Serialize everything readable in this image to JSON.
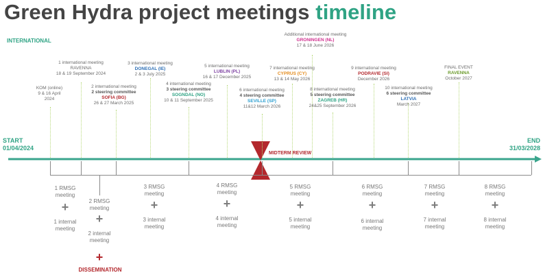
{
  "title": "Green Hydra project meetings timeline",
  "section_label": "INTERNATIONAL",
  "start": {
    "label": "START",
    "date": "01/04/2024"
  },
  "end": {
    "label": "END",
    "date": "31/03/2028"
  },
  "midterm": "MIDTERM REVIEW",
  "dissemination": "DISSEMINATION",
  "colors": {
    "accent_green": "#2fa384",
    "timeline": "#3aa58d",
    "midterm_red": "#b3282d",
    "text_gray": "#6b6b6b"
  },
  "events": [
    {
      "lines": [
        "KOM (online)",
        "9 & 16 April",
        "2024"
      ],
      "place": "",
      "place_color": ""
    },
    {
      "lines": [
        "1 international meeting",
        "RAVENNA",
        "18 & 19 September 2024"
      ],
      "place": "",
      "place_color": ""
    },
    {
      "lines": [
        "2 international meeting",
        "2 steering committee"
      ],
      "place": "SOFIA (BG)",
      "place_color": "#b3282d",
      "after": "26 & 27 March 2025"
    },
    {
      "lines": [
        "3 international meeting"
      ],
      "place": "DONEGAL (IE)",
      "place_color": "#2e6fb5",
      "after": "2 & 3 July 2025"
    },
    {
      "lines": [
        "4 international meeting",
        "3 steering committee"
      ],
      "place": "SOGNDAL (NO)",
      "place_color": "#2fa384",
      "after": "10 & 11 September 2025"
    },
    {
      "lines": [
        "5 international meeting"
      ],
      "place": "LUBLIN (PL)",
      "place_color": "#7b3fa0",
      "after": "16 & 17 December 2025"
    },
    {
      "lines": [
        "6 international meeting",
        "4 steering committee"
      ],
      "place": "SEVILLE (SP)",
      "place_color": "#2e9fd0",
      "after": "11&12 March  2026"
    },
    {
      "lines": [
        "7 international meeting"
      ],
      "place": "CYPRUS (CY)",
      "place_color": "#e38b1c",
      "after": "13 & 14 May 2026"
    },
    {
      "lines": [
        "Additional  international meeting"
      ],
      "place": "GRONINGEN (NL)",
      "place_color": "#d0308f",
      "after": "17 & 18 June 2026"
    },
    {
      "lines": [
        "8 international meeting",
        "5 steering committee"
      ],
      "place": "ZAGREB (HR)",
      "place_color": "#2fa384",
      "after": "24&25 September  2026"
    },
    {
      "lines": [
        "9 international meeting"
      ],
      "place": "PODRAVIE (SI)",
      "place_color": "#b3282d",
      "after": "December 2026"
    },
    {
      "lines": [
        "10 international meeting",
        "6 steering committee"
      ],
      "place": "LATVIA",
      "place_color": "#2e6fb5",
      "after": "March  2027"
    },
    {
      "lines": [
        "FINAL EVENT"
      ],
      "place": "RAVENNA",
      "place_color": "#6a9a2a",
      "after": "October 2027"
    }
  ],
  "groups": [
    {
      "rmsg": [
        "1 RMSG",
        "meeting"
      ],
      "internal": [
        "1 internal",
        "meeting"
      ]
    },
    {
      "rmsg": [
        "2 RMSG",
        "meeting"
      ],
      "internal": [
        "2 internal",
        "meeting"
      ]
    },
    {
      "rmsg": [
        "3 RMSG",
        "meeting"
      ],
      "internal": [
        "3 internal",
        "meeting"
      ]
    },
    {
      "rmsg": [
        "4 RMSG",
        "meeting"
      ],
      "internal": [
        "4 internal",
        "meeting"
      ]
    },
    {
      "rmsg": [
        "5 RMSG",
        "meeting"
      ],
      "internal": [
        "5 internal",
        "meeting"
      ]
    },
    {
      "rmsg": [
        "6 RMSG",
        "meeting"
      ],
      "internal": [
        "6 internal",
        "meeting"
      ]
    },
    {
      "rmsg": [
        "7 RMSG",
        "meeting"
      ],
      "internal": [
        "7 internal",
        "meeting"
      ]
    },
    {
      "rmsg": [
        "8 RMSG",
        "meeting"
      ],
      "internal": [
        "8 internal",
        "meeting"
      ]
    }
  ]
}
